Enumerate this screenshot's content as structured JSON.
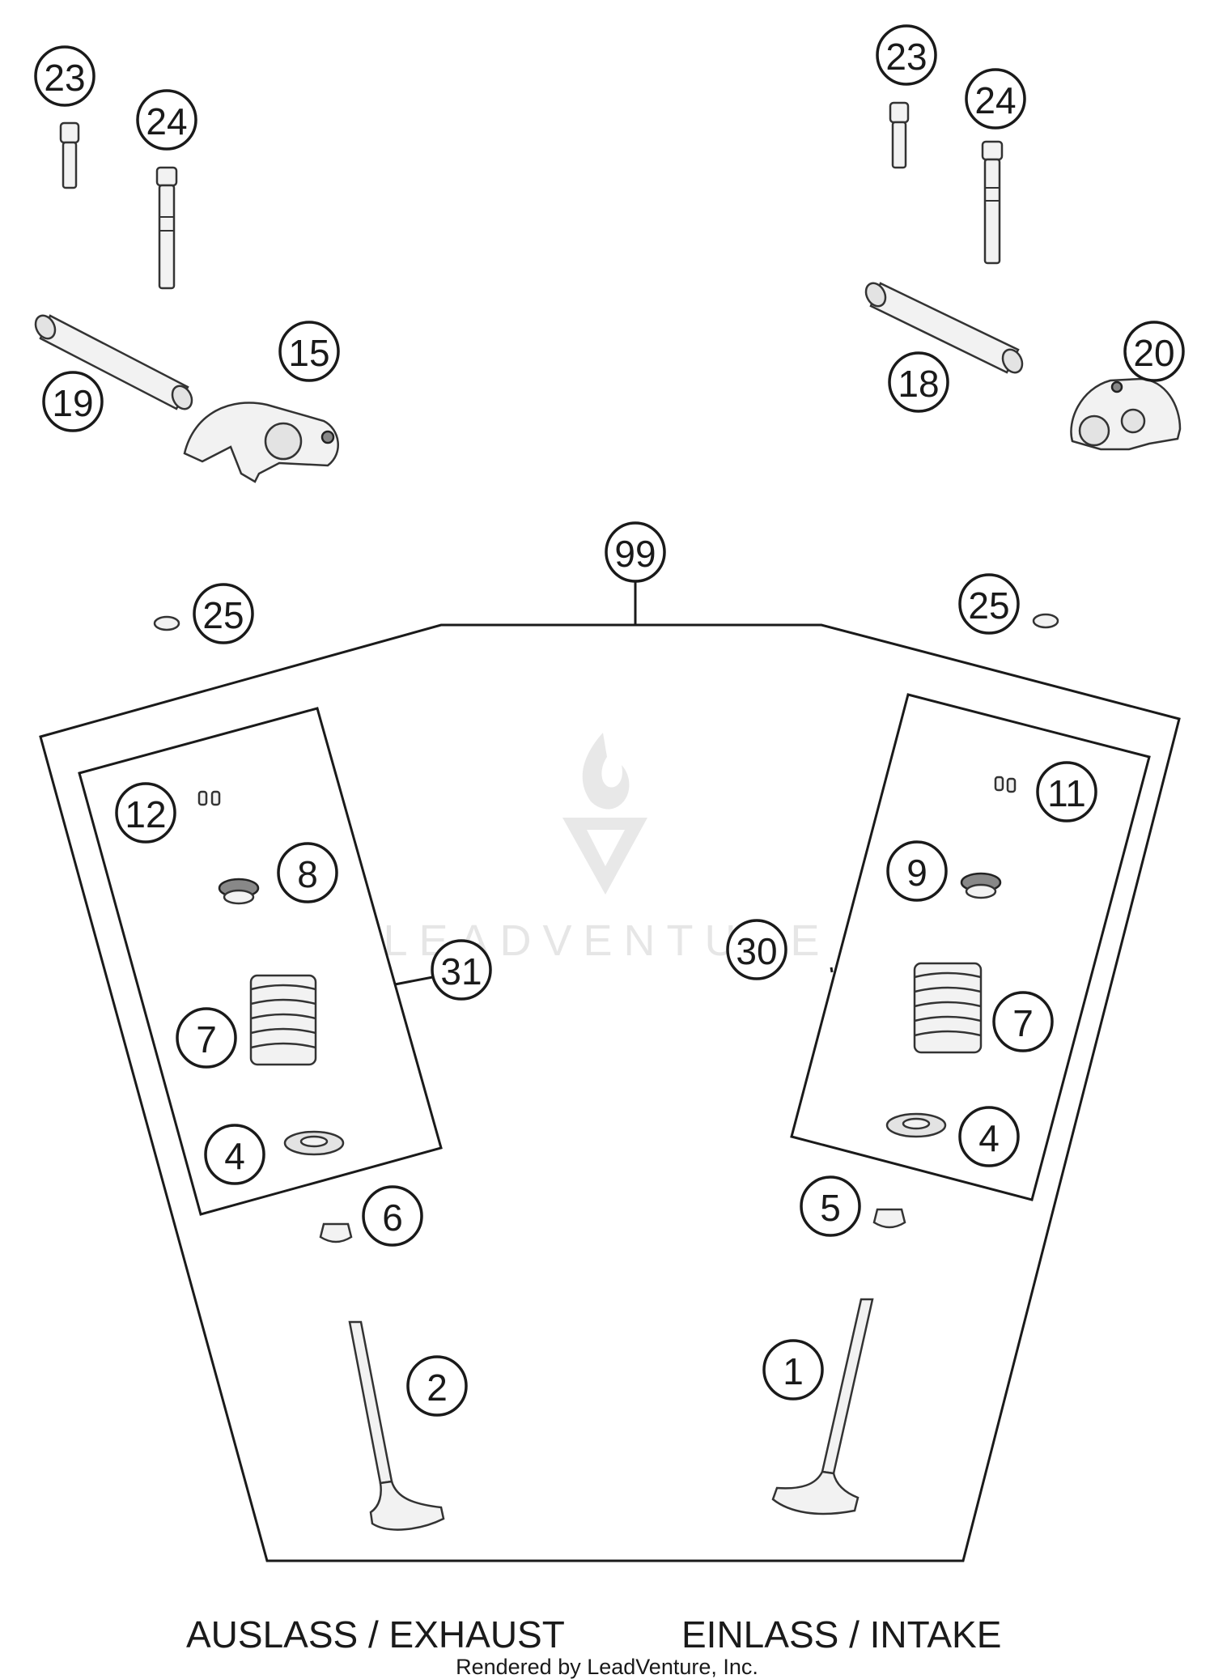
{
  "watermark": "LEADVENTURE",
  "callouts": [
    {
      "id": "c-23-left",
      "label": "23"
    },
    {
      "id": "c-24-left",
      "label": "24"
    },
    {
      "id": "c-19",
      "label": "19"
    },
    {
      "id": "c-15",
      "label": "15"
    },
    {
      "id": "c-23-right",
      "label": "23"
    },
    {
      "id": "c-24-right",
      "label": "24"
    },
    {
      "id": "c-18",
      "label": "18"
    },
    {
      "id": "c-20",
      "label": "20"
    },
    {
      "id": "c-99",
      "label": "99"
    },
    {
      "id": "c-25-left",
      "label": "25"
    },
    {
      "id": "c-25-right",
      "label": "25"
    },
    {
      "id": "c-12",
      "label": "12"
    },
    {
      "id": "c-8",
      "label": "8"
    },
    {
      "id": "c-31",
      "label": "31"
    },
    {
      "id": "c-7-left",
      "label": "7"
    },
    {
      "id": "c-4-left",
      "label": "4"
    },
    {
      "id": "c-6",
      "label": "6"
    },
    {
      "id": "c-2",
      "label": "2"
    },
    {
      "id": "c-11",
      "label": "11"
    },
    {
      "id": "c-9",
      "label": "9"
    },
    {
      "id": "c-30",
      "label": "30"
    },
    {
      "id": "c-7-right",
      "label": "7"
    },
    {
      "id": "c-4-right",
      "label": "4"
    },
    {
      "id": "c-5",
      "label": "5"
    },
    {
      "id": "c-1",
      "label": "1"
    }
  ],
  "captions": {
    "exhaust": "AUSLASS / EXHAUST",
    "intake": "EINLASS / INTAKE"
  },
  "footer": "Rendered by LeadVenture, Inc."
}
